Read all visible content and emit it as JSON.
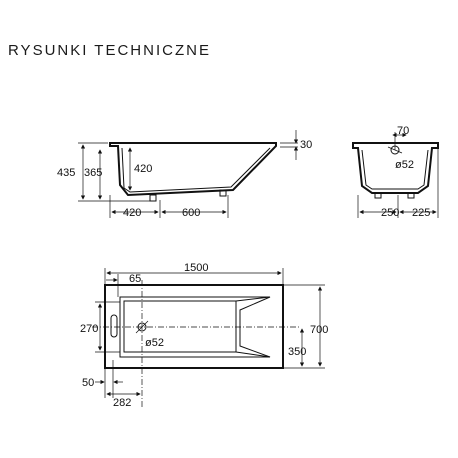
{
  "title": "RYSUNKI TECHNICZNE",
  "side_view": {
    "height_total": "435",
    "height_inner": "365",
    "depth": "420",
    "rim": "30",
    "len_a": "420",
    "len_b": "600"
  },
  "end_view": {
    "drain_offset": "70",
    "drain_diameter": "ø52",
    "width_a": "250",
    "width_b": "225"
  },
  "top_view": {
    "length": "1500",
    "offset_65": "65",
    "width": "700",
    "offset_270": "270",
    "half_width": "350",
    "drain_diameter": "ø52",
    "offset_50": "50",
    "offset_282": "282"
  }
}
